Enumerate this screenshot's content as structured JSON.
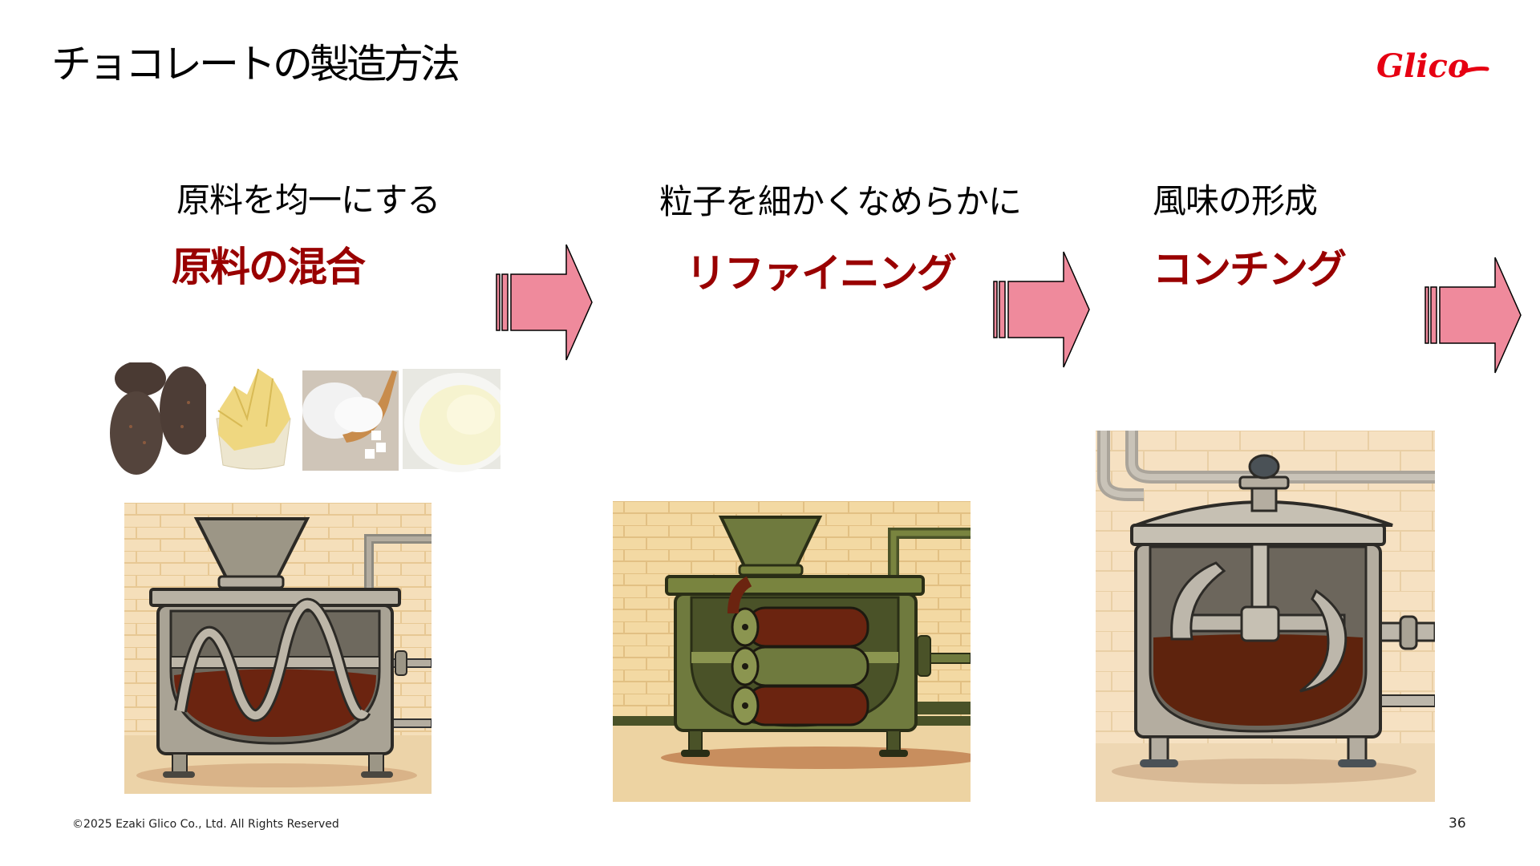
{
  "slide": {
    "title": "チョコレートの製造方法",
    "logo_text": "Glico",
    "brand_color": "#e60012"
  },
  "steps": [
    {
      "subtitle": "原料を均一にする",
      "name": "原料の混合",
      "ingredients": [
        {
          "label": "cacao-beans"
        },
        {
          "label": "cocoa-butter"
        },
        {
          "label": "sugar"
        },
        {
          "label": "milk-powder"
        }
      ],
      "illustration": "mixer"
    },
    {
      "subtitle": "粒子を細かくなめらかに",
      "name": "リファイニング",
      "illustration": "refiner"
    },
    {
      "subtitle": "風味の形成",
      "name": "コンチング",
      "illustration": "conche"
    }
  ],
  "colors": {
    "step_name": "#990000",
    "arrow_fill": "#ef8a9c",
    "arrow_stroke": "#000000",
    "brick": "#f5dfba",
    "mortar": "#e7c894",
    "chocolate": "#6b2410",
    "steel": "#b4ada0",
    "olive": "#6f7a3e"
  },
  "footer": {
    "copyright": "©2025 Ezaki Glico Co., Ltd. All Rights Reserved",
    "page_number": "36"
  }
}
